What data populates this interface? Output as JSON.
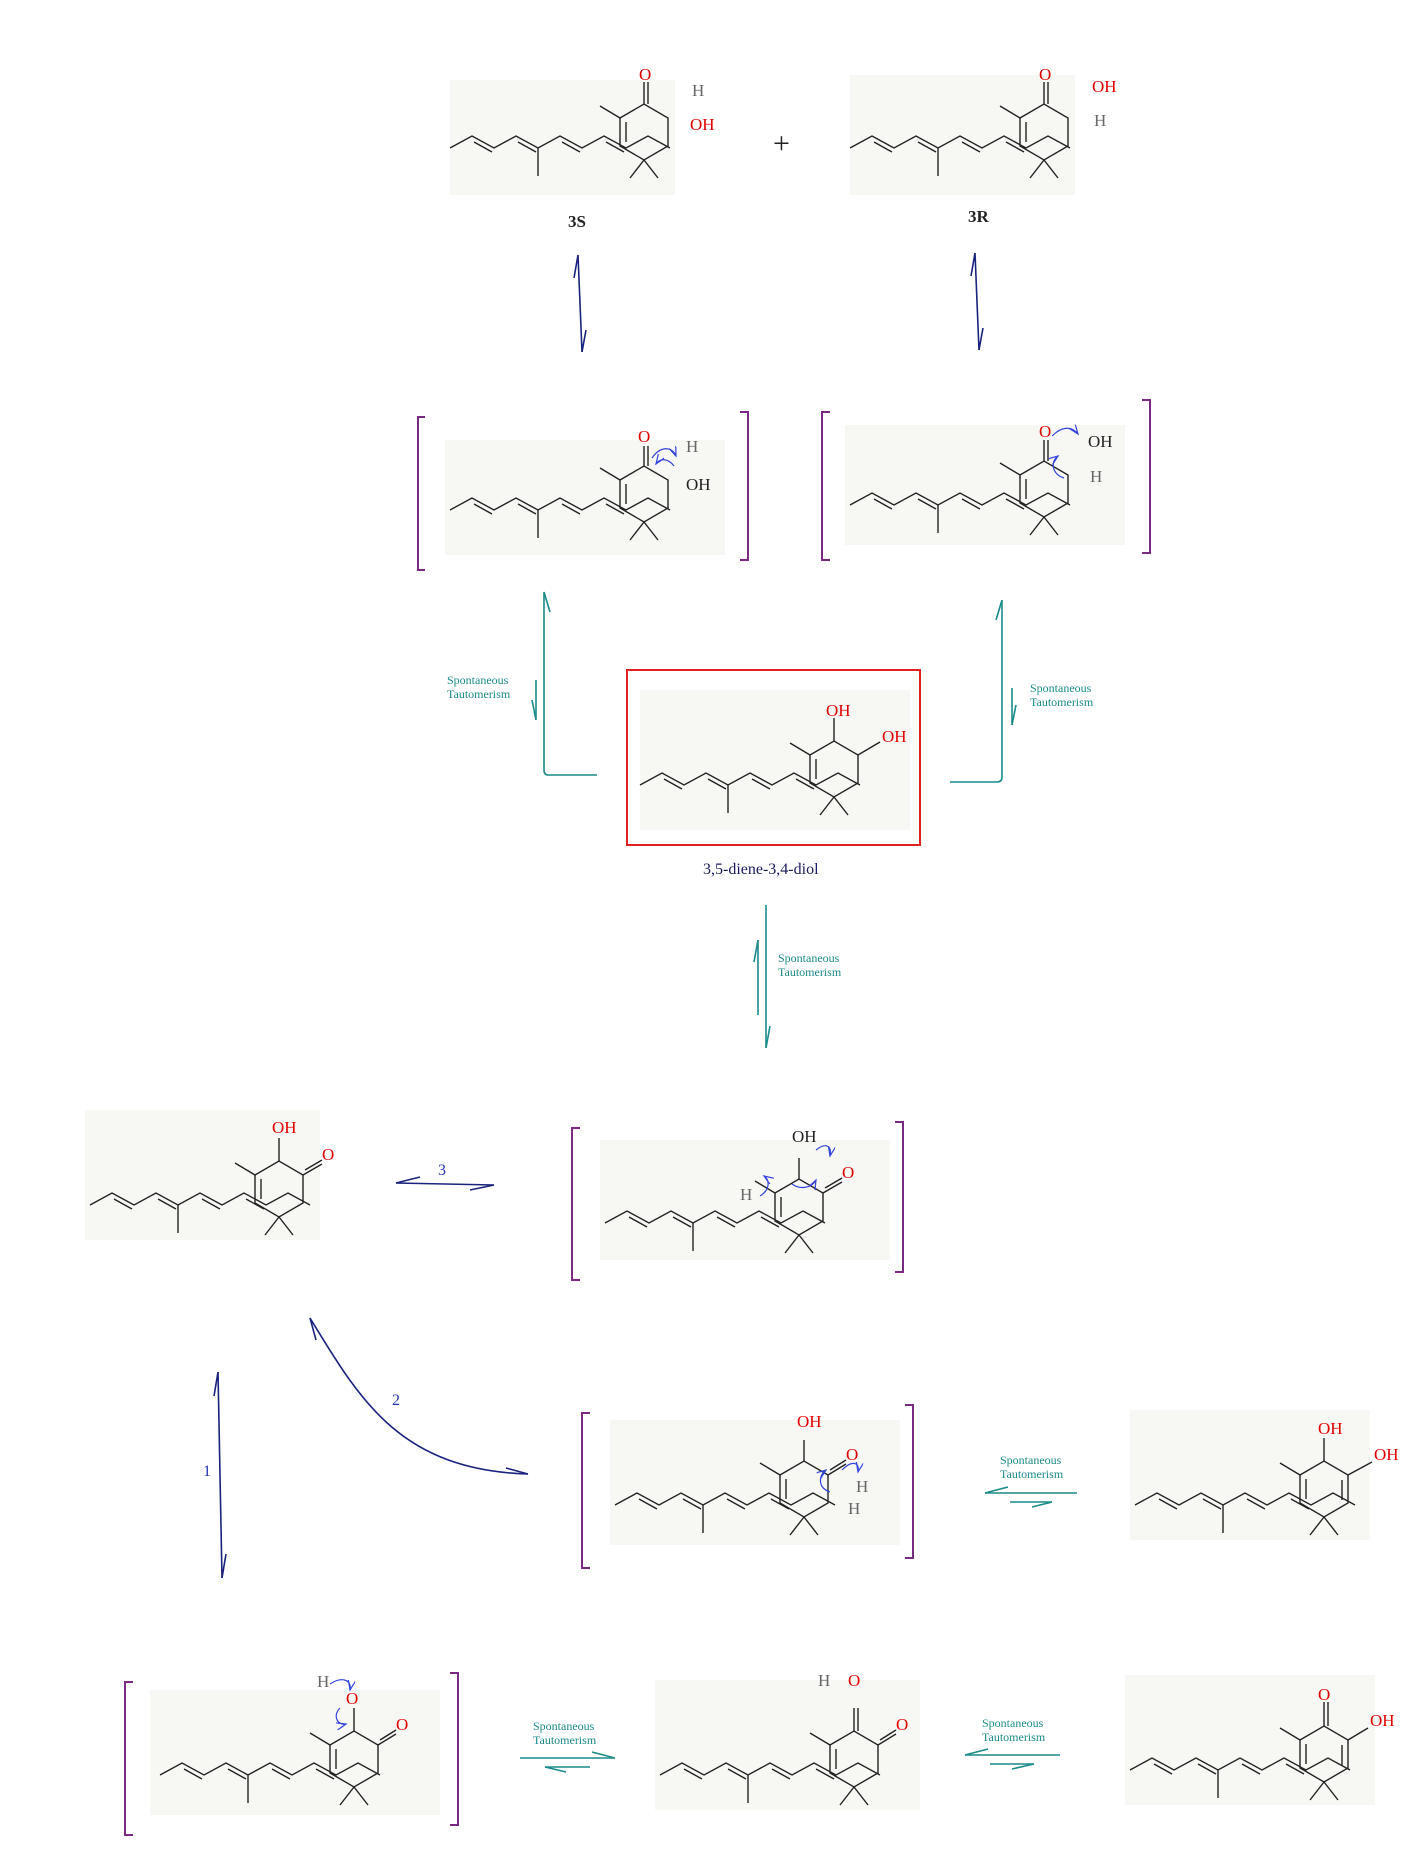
{
  "colors": {
    "oxygen": "#e00000",
    "bond": "#222222",
    "bracket": "#7a2a82",
    "navy_arrow": "#1a237e",
    "teal_arrow": "#1a8a8a",
    "highlight_box": "#e02020",
    "curly_arrow": "#3344dd"
  },
  "symbols": {
    "plus": "+"
  },
  "atoms": {
    "O": "O",
    "OH": "OH",
    "H": "H"
  },
  "labels": {
    "s3": "3S",
    "r3": "3R",
    "diol": "3,5-diene-3,4-diol",
    "step1": "1",
    "step2": "2",
    "step3": "3"
  },
  "tautomerism": {
    "line1": "Spontaneous",
    "line2": "Tautomerism"
  }
}
